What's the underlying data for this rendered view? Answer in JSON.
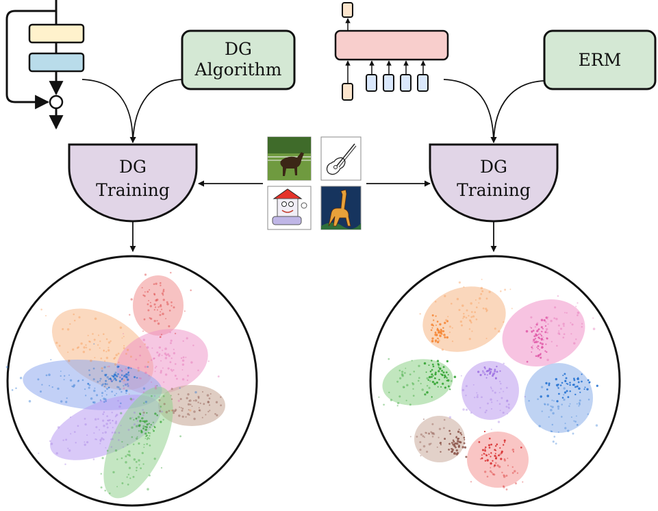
{
  "left": {
    "algo_box_label_line1": "DG",
    "algo_box_label_line2": "Algorithm",
    "training_label_line1": "DG",
    "training_label_line2": "Training"
  },
  "right": {
    "algo_box_label": "ERM",
    "training_label_line1": "DG",
    "training_label_line2": "Training"
  },
  "domain_images": [
    "horse-photo",
    "guitar-sketch",
    "house-cartoon",
    "giraffe-painting"
  ],
  "colors": {
    "box_green": "#d4e8d4",
    "bowl_purple": "#e1d5e7",
    "block_yellow": "#fff2cc",
    "block_blue": "#b9dcea",
    "block_pink": "#f8cecc",
    "token_blue": "#dae8fc",
    "cluster_orange": "#f58a3a",
    "cluster_pink": "#e05aa8",
    "cluster_red": "#d62728",
    "cluster_green": "#2ca02c",
    "cluster_purple": "#9b6fe0",
    "cluster_blue": "#1f6fd0",
    "cluster_brown": "#8c564b"
  },
  "icons": [
    "residual-block-icon",
    "transformer-block-icon"
  ]
}
